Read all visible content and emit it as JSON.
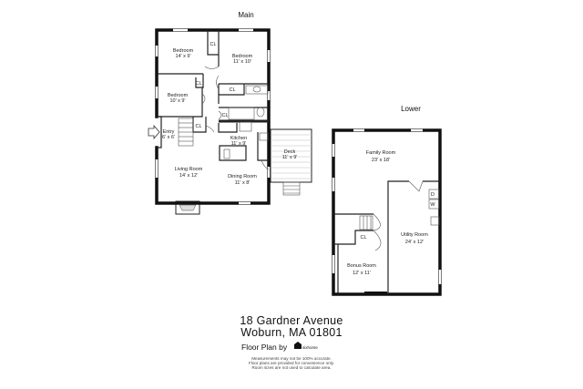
{
  "levels": {
    "main": {
      "title": "Main",
      "rooms": [
        {
          "name": "Bedroom",
          "size": "14' x 9'"
        },
        {
          "name": "Bedroom",
          "size": "11' x 10'"
        },
        {
          "name": "Bedroom",
          "size": "10' x 9'"
        },
        {
          "name": "Entry",
          "size": "6' x 6'"
        },
        {
          "name": "Kitchen",
          "size": "11' x 9'"
        },
        {
          "name": "Deck",
          "size": "11' x 9'"
        },
        {
          "name": "Living Room",
          "size": "14' x 12'"
        },
        {
          "name": "Dining Room",
          "size": "11' x 8'"
        }
      ],
      "closet_label": "CL"
    },
    "lower": {
      "title": "Lower",
      "rooms": [
        {
          "name": "Family Room",
          "size": "23' x 18'"
        },
        {
          "name": "Utility Room",
          "size": "24' x 12'"
        },
        {
          "name": "Bonus Room",
          "size": "12' x 11'"
        }
      ],
      "closet_label": "CL",
      "appliances": [
        "D",
        "W"
      ]
    }
  },
  "address": {
    "line1": "18 Gardner Avenue",
    "line2": "Woburn, MA 01801"
  },
  "credit": {
    "label": "Floor Plan by",
    "brand": "sixhome"
  },
  "disclaimer": [
    "Measurements may not be 100% accurate.",
    "Floor plans are provided for convenience only.",
    "Room sizes are not used to calculate area."
  ]
}
